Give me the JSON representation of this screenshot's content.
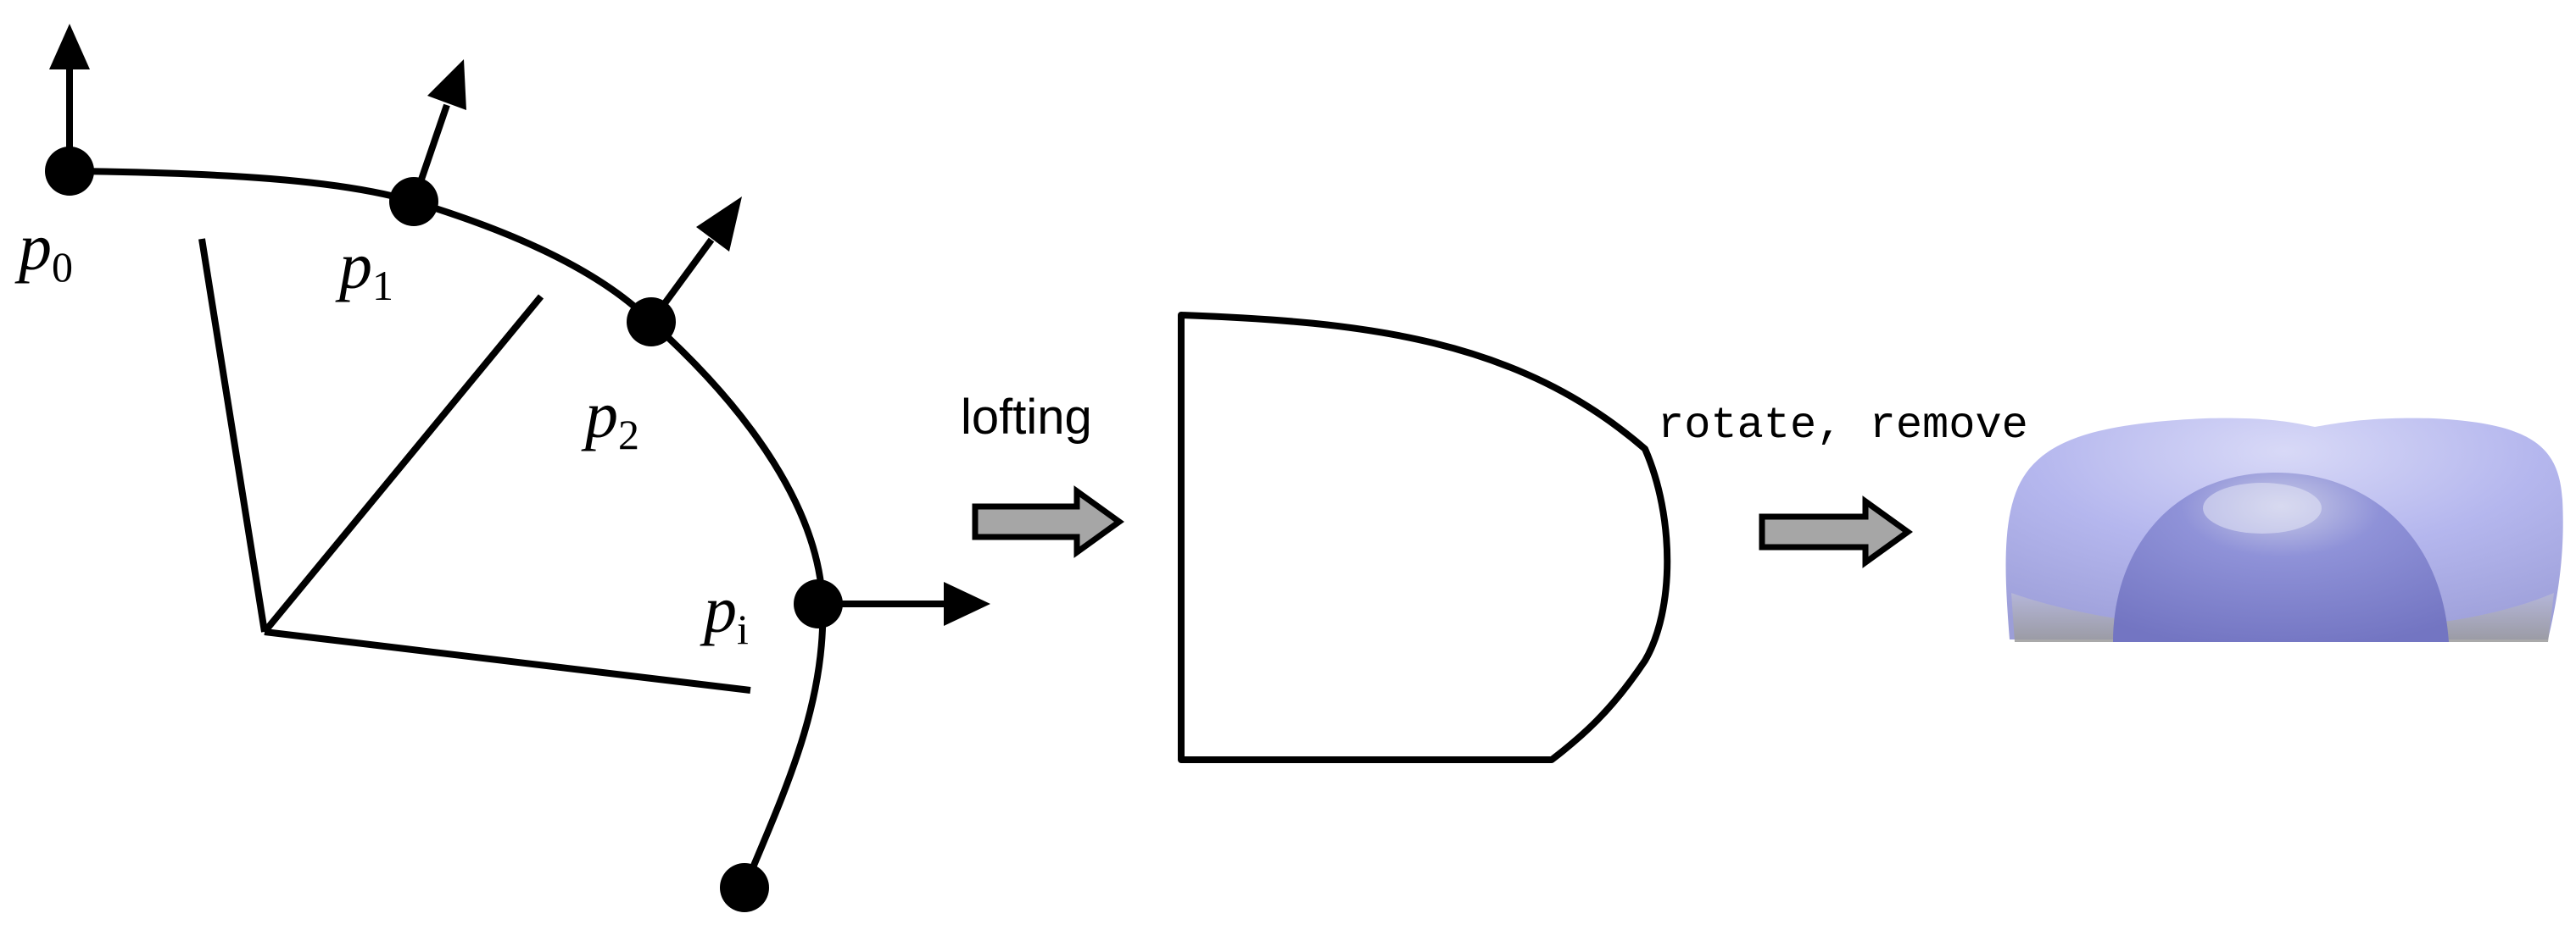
{
  "points": [
    {
      "id": "p0",
      "base": "p",
      "sub": "0"
    },
    {
      "id": "p1",
      "base": "p",
      "sub": "1"
    },
    {
      "id": "p2",
      "base": "p",
      "sub": "2"
    },
    {
      "id": "pi",
      "base": "p",
      "sub": "i"
    }
  ],
  "steps": {
    "lofting": "lofting",
    "rotate_remove": "rotate, remove"
  },
  "colors": {
    "stroke": "#000000",
    "arrow_fill": "#a6a6a6",
    "solid_light": "#c4c6f2",
    "solid_mid": "#9ea0e0",
    "solid_dark": "#7c7ec8",
    "solid_base": "#a9a9a9"
  }
}
